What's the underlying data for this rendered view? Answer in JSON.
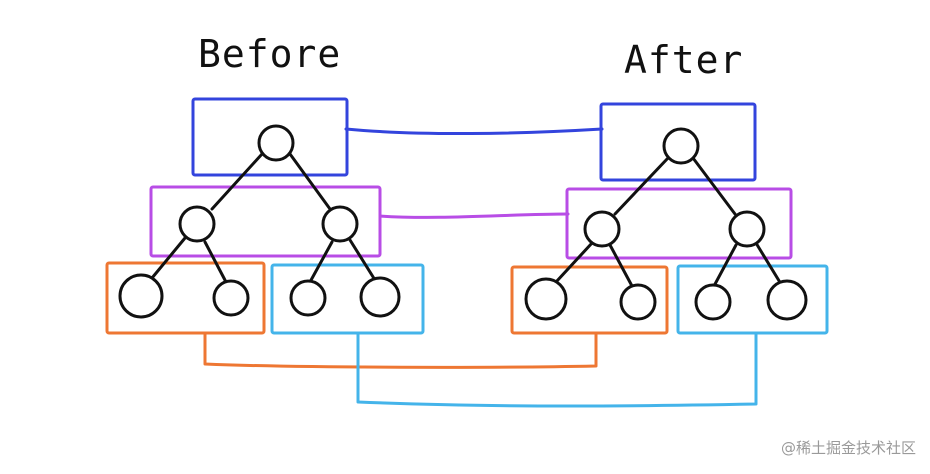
{
  "titles": {
    "before": "Before",
    "after": "After"
  },
  "watermark": "@稀土掘金技术社区",
  "colors": {
    "level1": "#3344dd",
    "level2": "#b84de6",
    "level3_left": "#ee7733",
    "level3_right": "#44b4ea",
    "node": "#111111"
  }
}
